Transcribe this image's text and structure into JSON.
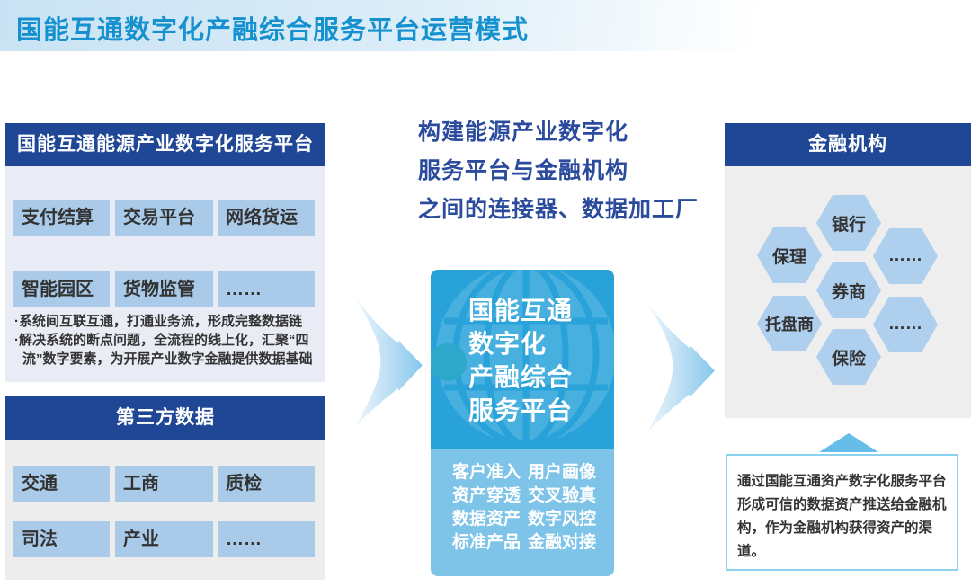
{
  "page": {
    "title": "国能互通数字化产融综合服务平台运营模式"
  },
  "left_top_panel": {
    "header": "国能互通能源产业数字化服务平台",
    "chips": [
      "支付结算",
      "交易平台",
      "网络货运",
      "智能园区",
      "货物监管",
      "……"
    ],
    "bullets": [
      "·系统间互联互通，打通业务流，形成完整数据链",
      "·解决系统的断点问题，全流程的线上化，汇聚“四流”数字要素，为开展产业数字金融提供数据基础"
    ]
  },
  "left_bottom_panel": {
    "header": "第三方数据",
    "chips": [
      "交通",
      "工商",
      "质检",
      "司法",
      "产业",
      "……"
    ]
  },
  "center": {
    "heading_lines": [
      "构建能源产业数字化",
      "服务平台与金融机构",
      "之间的连接器、数据加工厂"
    ],
    "platform_box": {
      "title_lines": [
        "国能互通",
        "数字化",
        "产融综合",
        "服务平台"
      ],
      "capabilities": [
        [
          "客户准入",
          "用户画像"
        ],
        [
          "资产穿透",
          "交叉验真"
        ],
        [
          "数据资产",
          "数字风控"
        ],
        [
          "标准产品",
          "金融对接"
        ]
      ]
    }
  },
  "right_panel": {
    "header": "金融机构",
    "hexagons": [
      "银行",
      "保理",
      "……",
      "券商",
      "托盘商",
      "……",
      "保险"
    ],
    "note": "通过国能互通资产数字化服务平台形成可信的数据资产推送给金融机构，作为金融机构获得资产的渠道。"
  },
  "colors": {
    "title_blue": "#1691d0",
    "navy_header": "#1f4796",
    "heading_navy": "#2b4b9c",
    "platform_top": "#29a2da",
    "platform_bottom": "#7ec4e8",
    "chip_blue": "#a9cbe9",
    "hex_blue": "#aecfed",
    "arrow_blue": "#85c7ee"
  }
}
